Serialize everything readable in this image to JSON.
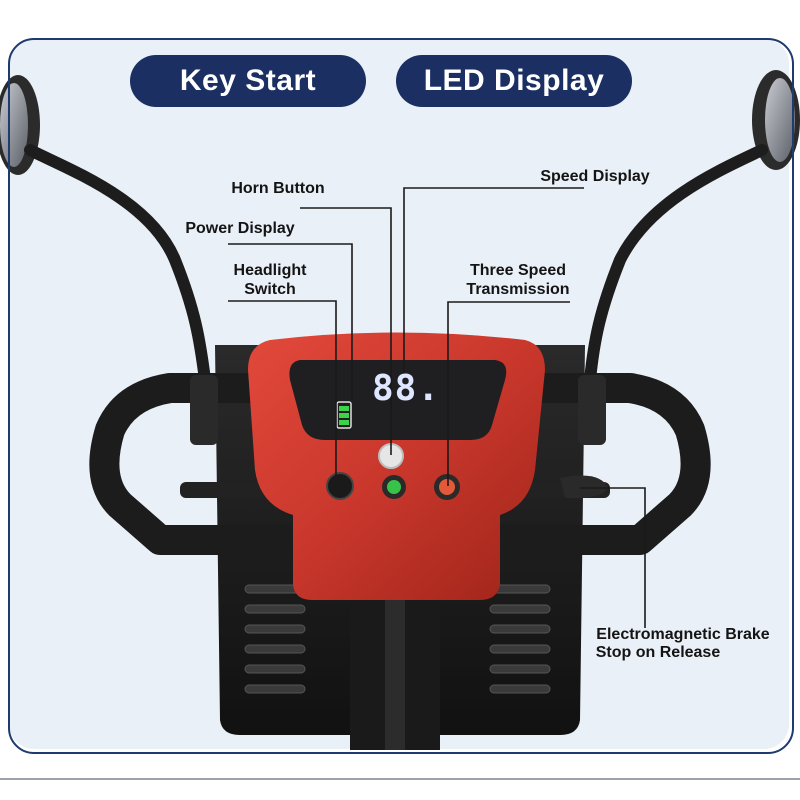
{
  "badges": {
    "key_start": "Key Start",
    "led_display": "LED Display"
  },
  "callouts": {
    "horn_button": "Horn Button",
    "power_display": "Power Display",
    "headlight_switch_line1": "Headlight",
    "headlight_switch_line2": "Switch",
    "speed_display": "Speed Display",
    "three_speed_line1": "Three Speed",
    "three_speed_line2": "Transmission",
    "brake_line1": "Electromagnetic Brake",
    "brake_line2": "Stop on Release"
  },
  "display": {
    "speed_readout": "88."
  },
  "colors": {
    "badge": "#1b2f63",
    "console": "#c9372c",
    "frame_border": "#1e3a6e"
  }
}
